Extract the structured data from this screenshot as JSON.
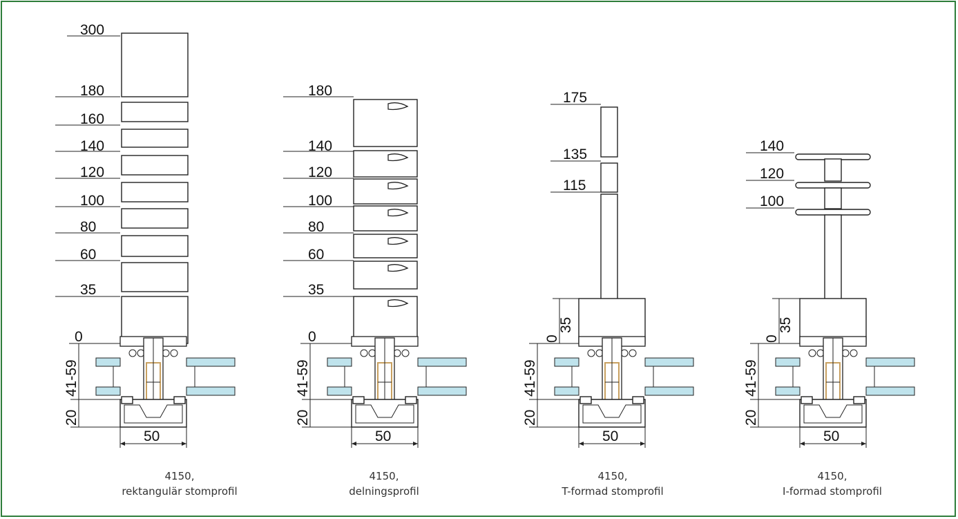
{
  "profiles": [
    {
      "code": "4150,",
      "name": "rektangulär stomprofil",
      "height_labels": [
        "300",
        "180",
        "160",
        "140",
        "120",
        "100",
        "80",
        "60",
        "35",
        "0"
      ],
      "glass_label": "41-59",
      "bottom_label": "20",
      "width_label": "50"
    },
    {
      "code": "4150,",
      "name": "delningsprofil",
      "height_labels": [
        "180",
        "140",
        "120",
        "100",
        "80",
        "60",
        "35",
        "0"
      ],
      "glass_label": "41-59",
      "bottom_label": "20",
      "width_label": "50"
    },
    {
      "code": "4150,",
      "name": "T-formad stomprofil",
      "height_labels": [
        "175",
        "135",
        "115",
        "35",
        "0"
      ],
      "glass_label": "41-59",
      "bottom_label": "20",
      "width_label": "50"
    },
    {
      "code": "4150,",
      "name": "I-formad stomprofil",
      "height_labels": [
        "140",
        "120",
        "100",
        "35",
        "0"
      ],
      "glass_label": "41-59",
      "bottom_label": "20",
      "width_label": "50"
    }
  ],
  "colors": {
    "frame": "#2e7d3a",
    "glass": "#bfe3ec",
    "gasket": "#c8a060"
  }
}
